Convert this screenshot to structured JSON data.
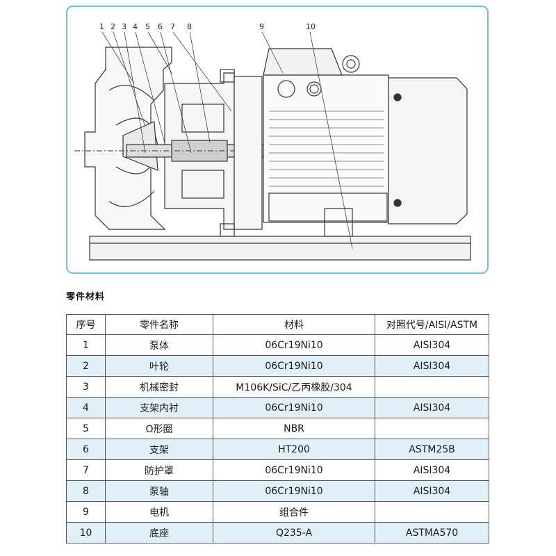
{
  "drawing": {
    "callouts": [
      "1",
      "2",
      "3",
      "4",
      "5",
      "6",
      "7",
      "8",
      "9",
      "10"
    ]
  },
  "section_title": "零件材料",
  "table": {
    "headers": [
      "序号",
      "零件名称",
      "材料",
      "对照代号/AISI/ASTM"
    ],
    "rows": [
      {
        "no": "1",
        "name": "泵体",
        "material": "06Cr19Ni10",
        "code": "AISI304"
      },
      {
        "no": "2",
        "name": "叶轮",
        "material": "06Cr19Ni10",
        "code": "AISI304"
      },
      {
        "no": "3",
        "name": "机械密封",
        "material": "M106K/SiC/乙丙橡胶/304",
        "code": ""
      },
      {
        "no": "4",
        "name": "支架内衬",
        "material": "06Cr19Ni10",
        "code": "AISI304"
      },
      {
        "no": "5",
        "name": "O形圈",
        "material": "NBR",
        "code": ""
      },
      {
        "no": "6",
        "name": "支架",
        "material": "HT200",
        "code": "ASTM25B"
      },
      {
        "no": "7",
        "name": "防护罩",
        "material": "06Cr19Ni10",
        "code": "AISI304"
      },
      {
        "no": "8",
        "name": "泵轴",
        "material": "06Cr19Ni10",
        "code": "AISI304"
      },
      {
        "no": "9",
        "name": "电机",
        "material": "组合件",
        "code": ""
      },
      {
        "no": "10",
        "name": "底座",
        "material": "Q235-A",
        "code": "ASTMA570"
      }
    ]
  }
}
